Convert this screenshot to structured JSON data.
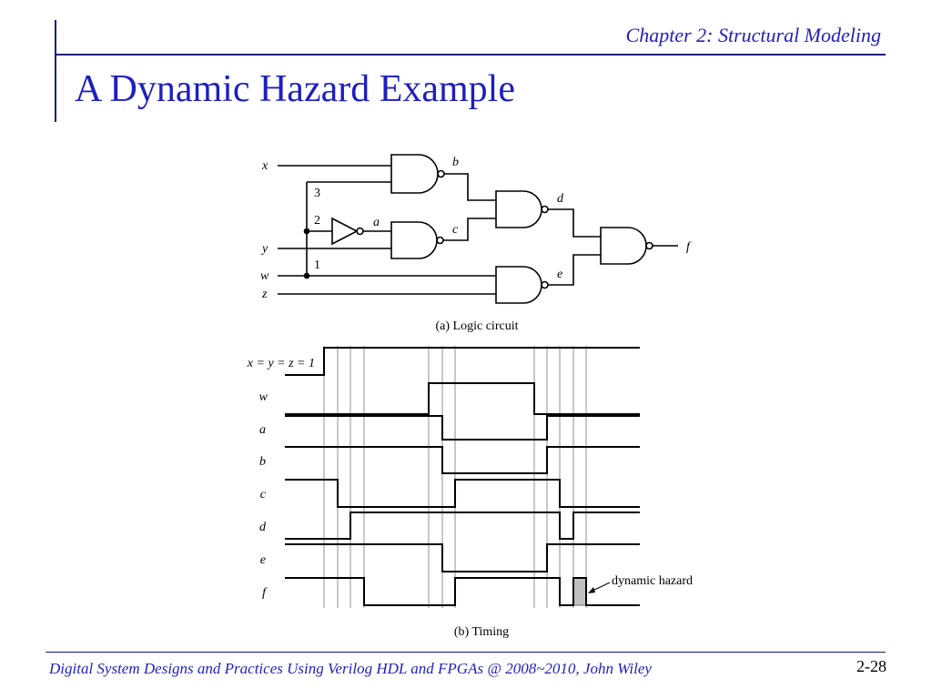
{
  "header": {
    "chapter": "Chapter 2: Structural Modeling",
    "title": "A Dynamic Hazard Example"
  },
  "circuit": {
    "caption": "(a) Logic circuit",
    "inputs": [
      "x",
      "y",
      "w",
      "z"
    ],
    "wires": [
      "a",
      "b",
      "c",
      "d",
      "e"
    ],
    "output": "f",
    "path_labels": [
      "3",
      "2",
      "1"
    ]
  },
  "timing": {
    "caption": "(b) Timing",
    "signals": [
      "x = y = z = 1",
      "w",
      "a",
      "b",
      "c",
      "d",
      "e",
      "f"
    ],
    "annotation": "dynamic hazard"
  },
  "footer": {
    "text": "Digital System Designs and Practices Using Verilog HDL and FPGAs @ 2008~2010, John Wiley",
    "page": "2-28"
  }
}
